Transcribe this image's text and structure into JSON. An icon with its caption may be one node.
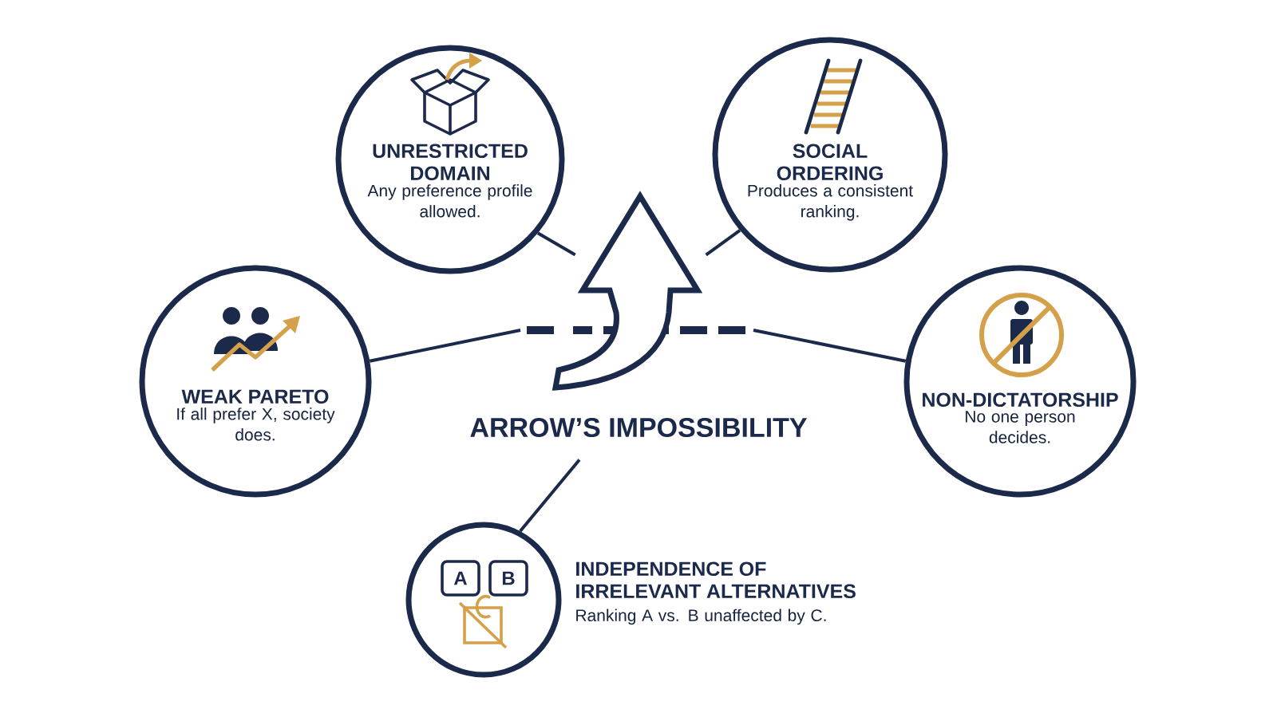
{
  "diagram": {
    "nodes": [
      {
        "text": [
          "UNRESTRICTED DOMAIN",
          "Any preference profile allowed."
        ]
      },
      {
        "text": [
          "SOCIAL ORDERING",
          "Produces a consistent ranking."
        ]
      },
      {
        "text": [
          "WEAK PARETO",
          "If all prefer X, society does."
        ]
      },
      {
        "text": [
          "ARROW’S IMPOSSIBILITY"
        ]
      },
      {
        "text": [
          "NON-DICTATORSHIP",
          "No one person decides."
        ]
      },
      {
        "text": [
          "INDEPENDENCE OF IRRELEVANT ALTERNATIVES",
          "Ranking A vs. B unaffected by C."
        ]
      }
    ],
    "edges": [
      {
        "from": 0,
        "to": 3,
        "arrow": "none"
      },
      {
        "from": 1,
        "to": 3,
        "arrow": "none"
      },
      {
        "from": 2,
        "to": 3,
        "arrow": "none"
      },
      {
        "from": 4,
        "to": 3,
        "arrow": "none"
      },
      {
        "from": 5,
        "to": 3,
        "arrow": "none"
      }
    ],
    "labels": [
      "A",
      "B"
    ]
  }
}
